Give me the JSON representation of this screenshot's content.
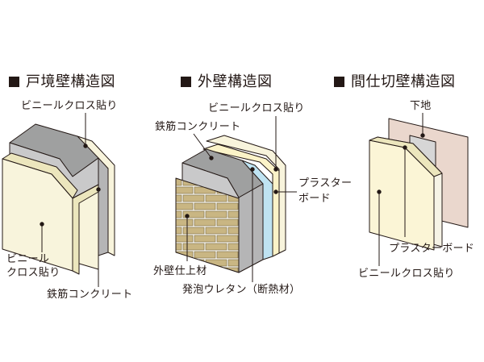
{
  "panels": [
    {
      "title": "戸境壁構造図",
      "labels": {
        "top_finish": "ビニールクロス貼り",
        "front_finish_line1": "ビニール",
        "front_finish_line2": "クロス貼り",
        "core": "鉄筋コンクリート"
      }
    },
    {
      "title": "外壁構造図",
      "labels": {
        "finish": "ビニールクロス貼り",
        "core": "鉄筋コンクリート",
        "board_line1": "プラスター",
        "board_line2": "ボード",
        "exterior": "外壁仕上材",
        "insulation": "発泡ウレタン（断熱材）"
      }
    },
    {
      "title": "間仕切壁構造図",
      "labels": {
        "base": "下地",
        "board": "プラスターボード",
        "finish": "ビニールクロス貼り"
      }
    }
  ],
  "colors": {
    "concrete_front": "#c9c9ca",
    "concrete_top": "#9fa0a0",
    "concrete_side": "#b5b5b6",
    "cloth": "#f8f4dc",
    "cloth_edge": "#ece6bd",
    "brick": "#c9b683",
    "mortar": "#ffffff",
    "urethane": "#bfe3f2",
    "base_board": "#ead7cd",
    "text": "#231815"
  }
}
